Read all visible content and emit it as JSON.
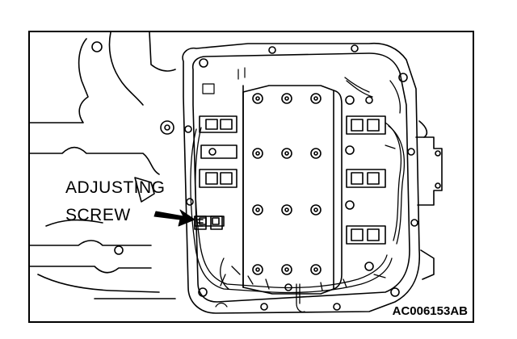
{
  "figure": {
    "callout_line1": "ADJUSTING",
    "callout_line2": "SCREW",
    "figure_id": "AC006153AB"
  },
  "colors": {
    "line": "#000000",
    "background": "#ffffff"
  },
  "icons": [
    "arrow-pointer-icon"
  ]
}
